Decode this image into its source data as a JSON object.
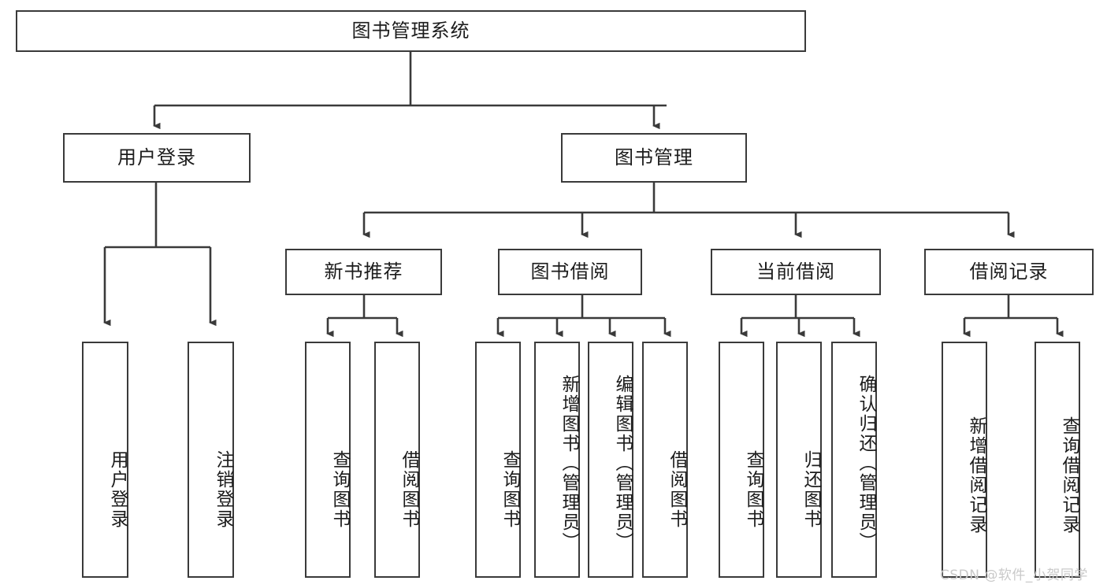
{
  "diagram": {
    "type": "tree-hierarchy",
    "title": "图书管理系统",
    "watermark": "CSDN @软件_小贺同学",
    "colors": {
      "box_border": "#3a3a3a",
      "box_fill": "#ffffff",
      "line": "#3a3a3a",
      "text": "#1c1c1c",
      "watermark": "#c9c9c9",
      "background": "#ffffff"
    },
    "levels": [
      {
        "level": 1,
        "nodes": [
          {
            "id": "root",
            "label": "图书管理系统",
            "orientation": "horizontal"
          }
        ]
      },
      {
        "level": 2,
        "nodes": [
          {
            "id": "user-login",
            "label": "用户登录",
            "orientation": "horizontal",
            "parent": "root"
          },
          {
            "id": "book-manage",
            "label": "图书管理",
            "orientation": "horizontal",
            "parent": "root"
          }
        ]
      },
      {
        "level": 3,
        "nodes": [
          {
            "id": "new-book-recommend",
            "label": "新书推荐",
            "orientation": "horizontal",
            "parent": "book-manage"
          },
          {
            "id": "book-borrow",
            "label": "图书借阅",
            "orientation": "horizontal",
            "parent": "book-manage"
          },
          {
            "id": "current-borrow",
            "label": "当前借阅",
            "orientation": "horizontal",
            "parent": "book-manage"
          },
          {
            "id": "borrow-record",
            "label": "借阅记录",
            "orientation": "horizontal",
            "parent": "book-manage"
          }
        ]
      },
      {
        "level": 4,
        "nodes": [
          {
            "id": "leaf-user-login",
            "label": "用户登录",
            "orientation": "vertical",
            "parent": "user-login"
          },
          {
            "id": "leaf-logout-login",
            "label": "注销登录",
            "orientation": "vertical",
            "parent": "user-login"
          },
          {
            "id": "leaf-query-book-1",
            "label": "查询图书",
            "orientation": "vertical",
            "parent": "new-book-recommend"
          },
          {
            "id": "leaf-borrow-book-1",
            "label": "借阅图书",
            "orientation": "vertical",
            "parent": "new-book-recommend"
          },
          {
            "id": "leaf-query-book-2",
            "label": "查询图书",
            "orientation": "vertical",
            "parent": "book-borrow"
          },
          {
            "id": "leaf-add-book-admin",
            "label": "新增图书（管理员）",
            "orientation": "vertical",
            "parent": "book-borrow"
          },
          {
            "id": "leaf-edit-book-admin",
            "label": "编辑图书（管理员）",
            "orientation": "vertical",
            "parent": "book-borrow"
          },
          {
            "id": "leaf-borrow-book-2",
            "label": "借阅图书",
            "orientation": "vertical",
            "parent": "book-borrow"
          },
          {
            "id": "leaf-query-book-3",
            "label": "查询图书",
            "orientation": "vertical",
            "parent": "current-borrow"
          },
          {
            "id": "leaf-return-book",
            "label": "归还图书",
            "orientation": "vertical",
            "parent": "current-borrow"
          },
          {
            "id": "leaf-confirm-return-admin",
            "label": "确认归还（管理员）",
            "orientation": "vertical",
            "parent": "current-borrow"
          },
          {
            "id": "leaf-add-borrow-record",
            "label": "新增借阅记录",
            "orientation": "vertical",
            "parent": "borrow-record"
          },
          {
            "id": "leaf-query-borrow-record",
            "label": "查询借阅记录",
            "orientation": "vertical",
            "parent": "borrow-record"
          }
        ]
      }
    ]
  }
}
